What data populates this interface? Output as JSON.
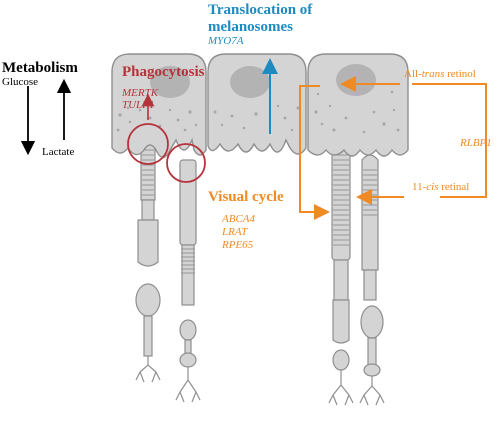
{
  "colors": {
    "phagocytosis": "#b5333b",
    "translocation": "#1f8ac0",
    "visual_cycle": "#f08a24",
    "cell_fill": "#d4d4d4",
    "cell_stroke": "#8f8f8f",
    "nucleus": "#b3b3b3",
    "text": "#000000"
  },
  "metabolism": {
    "title": "Metabolism",
    "glucose": "Glucose",
    "lactate": "Lactate"
  },
  "phagocytosis": {
    "title": "Phagocytosis",
    "genes": [
      "MERTK",
      "TULP1"
    ]
  },
  "translocation": {
    "title_line1": "Translocation of",
    "title_line2": "melanosomes",
    "gene": "MYO7A"
  },
  "visual_cycle": {
    "title": "Visual cycle",
    "genes": [
      "ABCA4",
      "LRAT",
      "RPE65"
    ],
    "all_trans_prefix": "All-",
    "all_trans_italic": "trans",
    "all_trans_suffix": " retinol",
    "cis_prefix": "11-",
    "cis_italic": "cis",
    "cis_suffix": " retinal",
    "carrier": "RLBP1"
  },
  "icons": [
    "arrow-down-icon",
    "arrow-up-icon",
    "circle-highlight-icon"
  ]
}
